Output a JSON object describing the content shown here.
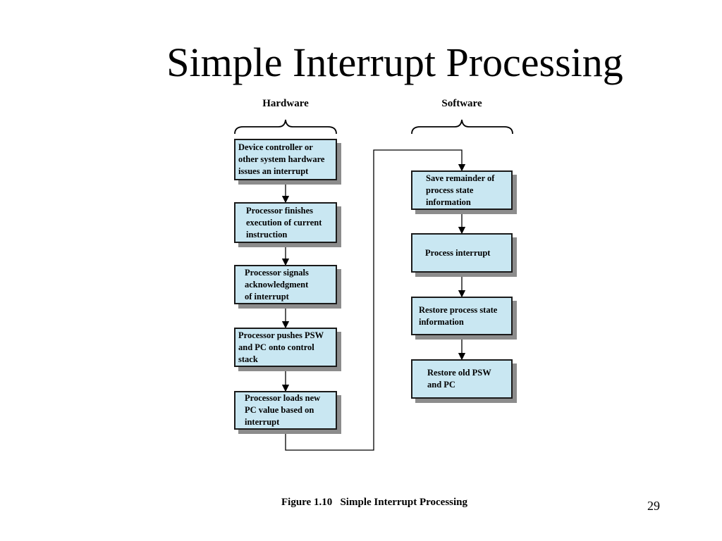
{
  "title": "Simple Interrupt Processing",
  "lanes": {
    "hardware": "Hardware",
    "software": "Software"
  },
  "hardware_steps": [
    "Device controller or\nother system hardware\nissues an interrupt",
    "Processor finishes\nexecution of current\ninstruction",
    "Processor signals\nacknowledgment\nof interrupt",
    "Processor pushes PSW\nand PC onto control\nstack",
    "Processor loads new\nPC value based on\ninterrupt"
  ],
  "software_steps": [
    "Save remainder of\nprocess state\ninformation",
    "Process interrupt",
    "Restore process state\ninformation",
    "Restore old PSW\nand PC"
  ],
  "caption": "Figure 1.10   Simple Interrupt Processing",
  "page_number": "29"
}
